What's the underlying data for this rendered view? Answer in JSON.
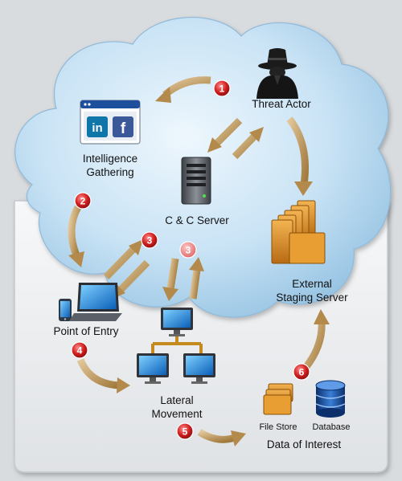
{
  "nodes": {
    "threat_actor": "Threat Actor",
    "intelligence_gathering": [
      "Intelligence",
      "Gathering"
    ],
    "cc_server": "C & C Server",
    "external_staging_server": [
      "External",
      "Staging Server"
    ],
    "point_of_entry": "Point of Entry",
    "lateral_movement": [
      "Lateral",
      "Movement"
    ],
    "file_store": "File Store",
    "database": "Database",
    "data_of_interest": "Data of Interest"
  },
  "social_icons": [
    "in",
    "f"
  ],
  "steps": [
    "1",
    "2",
    "3",
    "3",
    "4",
    "5",
    "6"
  ],
  "colors": {
    "background": "#d9dcdf",
    "cloud": "#b4d7ee",
    "panel": "#f4f5f6",
    "arrow": "#b99254",
    "step_badge": "#d21f1f",
    "linkedin": "#0e76a8",
    "facebook": "#3b5998"
  }
}
